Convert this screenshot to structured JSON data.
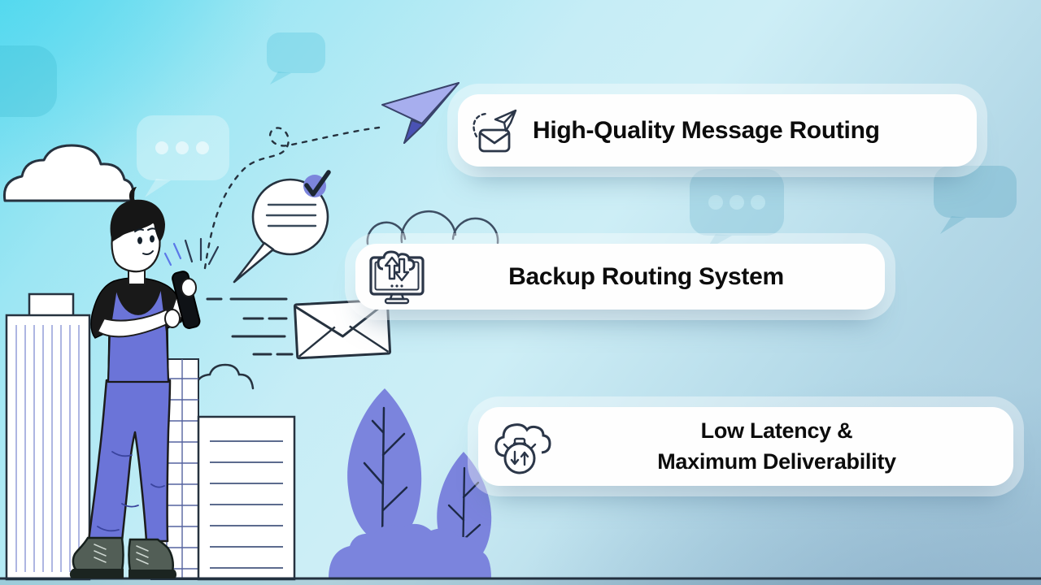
{
  "features": [
    {
      "id": "high-quality-message-routing",
      "label": "High-Quality Message Routing",
      "icon": "send-message-icon"
    },
    {
      "id": "backup-routing-system",
      "label": "Backup Routing System",
      "icon": "backup-monitor-sync-icon"
    },
    {
      "id": "low-latency-maximum-deliverability",
      "label_line1": "Low Latency &",
      "label_line2": "Maximum Deliverability",
      "icon": "cloud-stopwatch-icon"
    }
  ],
  "decor_icons": [
    "paper-plane-icon",
    "flying-envelope-icon",
    "speech-bubble-check-icon",
    "typing-bubble-icon",
    "cloud-icon",
    "tree-icon",
    "bush-icon",
    "city-buildings-icon",
    "man-with-phone-icon"
  ],
  "colors": {
    "accent_purple": "#6b74d8",
    "outline_navy": "#26323f",
    "card_background": "#fefefe",
    "text": "#0c0c0c",
    "background_cyan": "#6edcf0",
    "background_blue_gray": "#a2c6da"
  }
}
